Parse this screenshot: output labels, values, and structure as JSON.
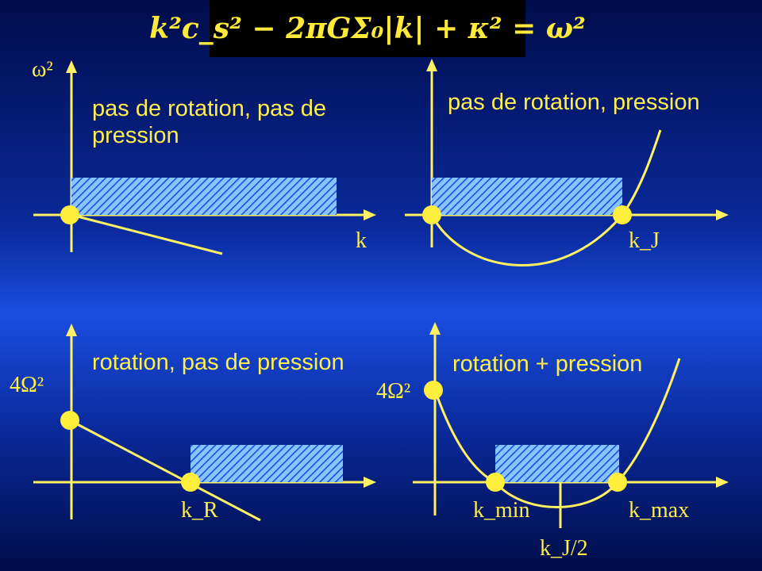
{
  "equation": "k²c_s² − 2πGΣ₀|k| + κ² = ω²",
  "panels": [
    {
      "title": "pas de rotation, pas de pression",
      "y_label": "ω²",
      "x_label": "k"
    },
    {
      "title": "pas de rotation, pression",
      "x_label": "k_J"
    },
    {
      "title": "rotation, pas de pression",
      "y_label": "4Ω²",
      "x_label": "k_R"
    },
    {
      "title": "rotation + pression",
      "y_label": "4Ω²",
      "x_label_min": "k_min",
      "x_label_max": "k_max",
      "x_label_mid": "k_J/2"
    }
  ],
  "colors": {
    "axis": "#fff064",
    "curve": "#fff064",
    "point": "#ffee3c",
    "hatch_bg": "#88c4ff",
    "hatch_line": "#1a4ee0",
    "title_bg": "#000000",
    "text": "#ffee4a"
  }
}
